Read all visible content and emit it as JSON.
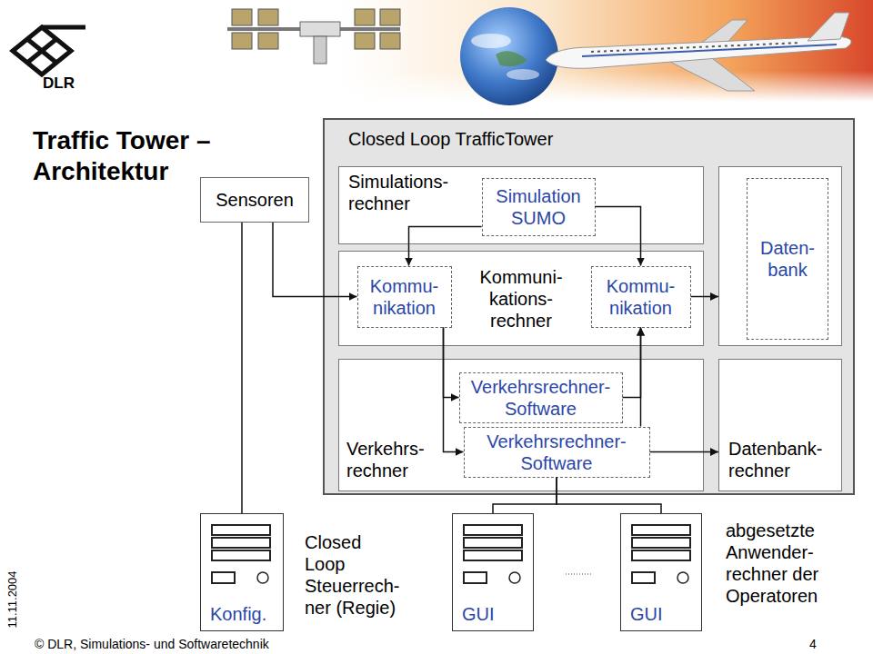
{
  "diagram": {
    "title": "Traffic Tower – Architektur",
    "nodes": [
      {
        "text": [
          "Sensoren"
        ]
      },
      {
        "text": [
          "Closed Loop TrafficTower"
        ]
      },
      {
        "text": [
          "Simulations- rechner"
        ],
        "in": 1
      },
      {
        "text": [
          "Simulation SUMO"
        ],
        "in": 2
      },
      {
        "text": [
          "Kommuni- kations- rechner"
        ],
        "in": 1
      },
      {
        "text": [
          "Kommu- nikation"
        ],
        "in": 4
      },
      {
        "text": [
          "Kommu- nikation"
        ],
        "in": 4
      },
      {
        "text": [
          "Daten- bank"
        ],
        "in": 1
      },
      {
        "text": [
          "Verkehrs- rechner"
        ],
        "in": 1
      },
      {
        "text": [
          "Verkehrsrechner- Software"
        ],
        "in": 8
      },
      {
        "text": [
          "Verkehrsrechner- Software"
        ],
        "in": 8
      },
      {
        "text": [
          "Datenbank- rechner"
        ],
        "in": 1
      },
      {
        "text": [
          "Konfig."
        ]
      },
      {
        "text": [
          "GUI"
        ]
      },
      {
        "text": [
          "GUI"
        ]
      }
    ],
    "edges": [
      {
        "from": 12,
        "to": 0,
        "arrow": "none"
      },
      {
        "from": 0,
        "to": 5,
        "arrow": "to"
      },
      {
        "from": 3,
        "to": 5,
        "arrow": "to"
      },
      {
        "from": 5,
        "to": 9,
        "arrow": "to"
      },
      {
        "from": 5,
        "to": 10,
        "arrow": "to"
      },
      {
        "from": 3,
        "to": 6,
        "arrow": "to"
      },
      {
        "from": 6,
        "to": 7,
        "arrow": "to"
      },
      {
        "from": 9,
        "to": 6,
        "arrow": "to"
      },
      {
        "from": 10,
        "to": 6,
        "arrow": "to"
      },
      {
        "from": 10,
        "to": 11,
        "arrow": "to"
      },
      {
        "from": 13,
        "to": 10,
        "arrow": "none"
      },
      {
        "from": 14,
        "to": 10,
        "arrow": "none"
      }
    ],
    "labels": [
      "Closed Loop Steuerrech- ner (Regie)",
      "abgesetzte Anwender- rechner der Operatoren",
      "DLR",
      "© DLR, Simulations- und Softwaretechnik",
      "4",
      "11.11.2004"
    ]
  }
}
